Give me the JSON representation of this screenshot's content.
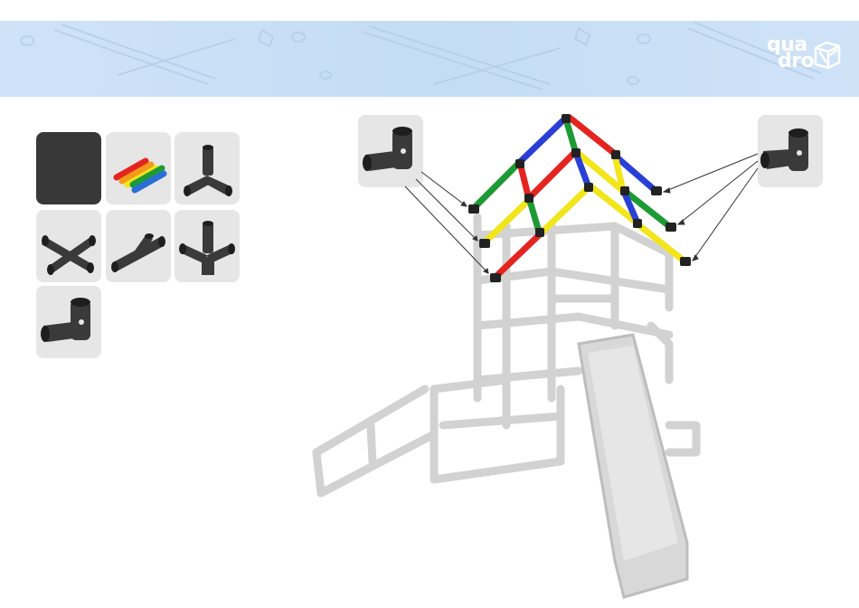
{
  "brand": {
    "logo_line1": "qua",
    "logo_line2": "dro"
  },
  "parts_palette": {
    "tiles": [
      {
        "icon": "blank-tile",
        "selected": true
      },
      {
        "icon": "colored-tubes-icon"
      },
      {
        "icon": "three-way-connector-icon"
      },
      {
        "icon": "four-way-cross-connector-icon"
      },
      {
        "icon": "t-connector-icon"
      },
      {
        "icon": "five-way-connector-icon"
      },
      {
        "icon": "elbow-connector-icon"
      }
    ]
  },
  "callouts": [
    {
      "side": "left",
      "icon": "elbow-connector-icon"
    },
    {
      "side": "right",
      "icon": "elbow-connector-icon"
    }
  ],
  "colors": {
    "banner": "#c8def6",
    "tile_bg": "#e6e6e6",
    "tile_selected": "#383838",
    "tube_red": "#e52420",
    "tube_green": "#1e9a35",
    "tube_blue": "#2a3fd6",
    "tube_yellow": "#f2e51a",
    "frame_gray": "#d4d4d4"
  }
}
